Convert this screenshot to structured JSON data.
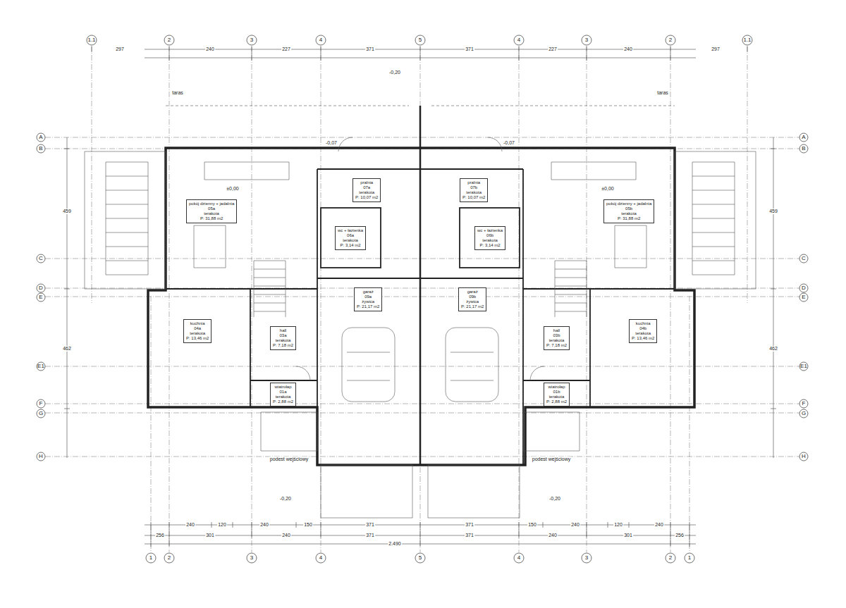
{
  "diagram": {
    "nodes": [
      {
        "text": [
          "pokój dzienny + jadalnia",
          "05a",
          "terakota",
          "P: 31,88 m2"
        ]
      },
      {
        "text": [
          "kuchnia",
          "04a",
          "terakota",
          "P: 13,46 m2"
        ]
      },
      {
        "text": [
          "hall",
          "03a",
          "terakota",
          "P: 7,18 m2"
        ]
      },
      {
        "text": [
          "wc + łazienka",
          "06a",
          "terakota",
          "P: 3,14 m2"
        ]
      },
      {
        "text": [
          "pralnia",
          "07a",
          "terakota",
          "P: 10,07 m2"
        ]
      },
      {
        "text": [
          "garaż",
          "09a",
          "żywica",
          "P: 21,17 m2"
        ]
      },
      {
        "text": [
          "wiatrołap",
          "01a",
          "terakota",
          "P: 2,88 m2"
        ]
      },
      {
        "text": [
          "pokój dzienny + jadalnia",
          "05b",
          "terakota",
          "P: 31,88 m2"
        ]
      },
      {
        "text": [
          "kuchnia",
          "04b",
          "terakota",
          "P: 13,46 m2"
        ]
      },
      {
        "text": [
          "hall",
          "03b",
          "terakota",
          "P: 7,18 m2"
        ]
      },
      {
        "text": [
          "wc + łazienka",
          "06b",
          "terakota",
          "P: 3,14 m2"
        ]
      },
      {
        "text": [
          "pralnia",
          "07b",
          "terakota",
          "P: 10,07 m2"
        ]
      },
      {
        "text": [
          "garaż",
          "09b",
          "żywica",
          "P: 21,17 m2"
        ]
      },
      {
        "text": [
          "wiatrołap",
          "01b",
          "terakota",
          "P: 2,88 m2"
        ]
      }
    ],
    "labels": [
      "1.1",
      "2",
      "3",
      "4",
      "5",
      "4",
      "3",
      "2",
      "1.1",
      "1",
      "2",
      "3",
      "4",
      "5",
      "4",
      "3",
      "2",
      "1",
      "A",
      "B",
      "C",
      "D",
      "E",
      "E1",
      "F",
      "G",
      "H",
      "A",
      "B",
      "C",
      "D",
      "E",
      "E1",
      "F",
      "G",
      "H",
      "297",
      "240",
      "227",
      "371",
      "371",
      "227",
      "240",
      "297",
      "240",
      "120",
      "240",
      "150",
      "371",
      "371",
      "150",
      "240",
      "120",
      "240",
      "256",
      "301",
      "240",
      "371",
      "371",
      "240",
      "301",
      "256",
      "2.490",
      "459",
      "462",
      "459",
      "462",
      "taras",
      "taras",
      "±0,00",
      "±0,00",
      "-0,07",
      "-0,07",
      "podest wejściowy",
      "podest wejściowy",
      "-0,20",
      "-0,20",
      "-0,20"
    ]
  }
}
